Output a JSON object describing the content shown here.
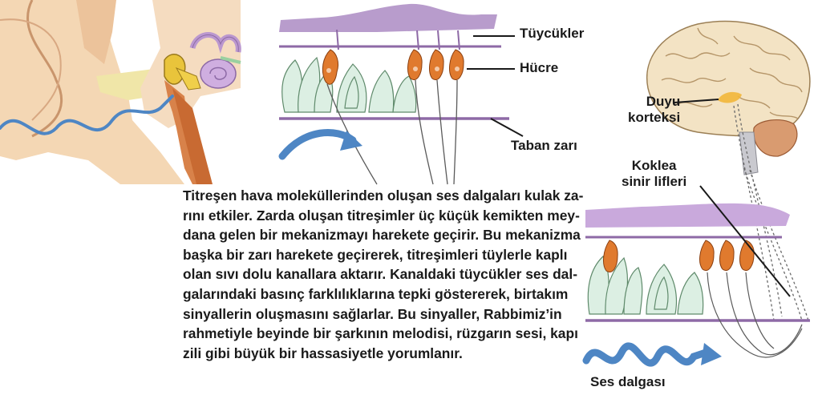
{
  "labels": {
    "hair_cells": "Tüycükler",
    "cell": "Hücre",
    "basilar_membrane": "Taban zarı",
    "sensory_cortex": [
      "Duyu",
      "korteksi"
    ],
    "cochlear_nerve": [
      "Koklea",
      "sinir lifleri"
    ],
    "sound_wave": "Ses dalgası"
  },
  "paragraph": [
    "Titreşen hava moleküllerinden oluşan ses dalgaları kulak za-",
    "rını etkiler. Zarda oluşan titreşimler üç küçük kemikten mey-",
    "dana gelen bir mekanizmayı harekete geçirir. Bu mekanizma",
    "başka bir zarı harekete geçirerek, titreşimleri tüylerle kaplı",
    "olan sıvı dolu kanallara aktarır. Kanaldaki tüycükler ses dal-",
    "galarındaki basınç farklılıklarına tepki göstererek, birtakım",
    "sinyallerin oluşmasını sağlarlar. Bu sinyaller, Rabbimiz’in",
    "rahmetiyle beyinde bir şarkının melodisi, rüzgarın sesi, kapı",
    "zili gibi büyük bir hassasiyetle yorumlanır."
  ],
  "colors": {
    "membrane": "#b89ccc",
    "skin": "#f4d7b4",
    "wave": "#4e86c4",
    "cell": "#e07a2e",
    "support": "#dcefe3",
    "brain": "#f3e3c4",
    "cortex": "#f2b63a",
    "cerebellum": "#d99b70"
  }
}
